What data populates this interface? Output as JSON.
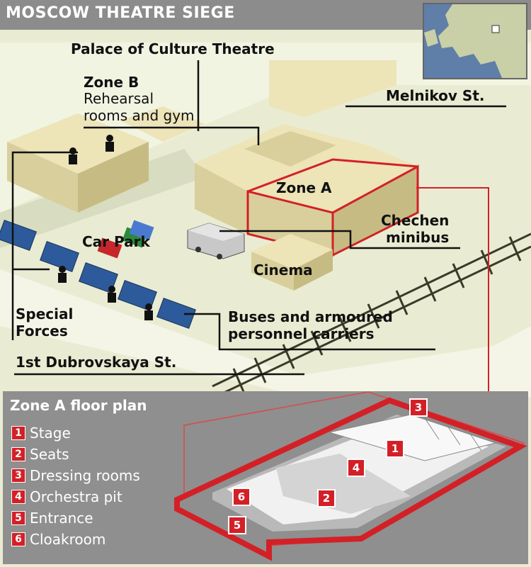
{
  "header": {
    "title": "MOSCOW THEATRE SIEGE"
  },
  "map_labels": {
    "palace": "Palace of Culture Theatre",
    "zone_b_title": "Zone B",
    "zone_b_line1": "Rehearsal",
    "zone_b_line2": "rooms and gym",
    "melnikov": "Melnikov St.",
    "zone_a": "Zone A",
    "chechen_line1": "Chechen",
    "chechen_line2": "minibus",
    "car_park": "Car Park",
    "cinema": "Cinema",
    "special_line1": "Special",
    "special_line2": "Forces",
    "buses_line1": "Buses and armoured",
    "buses_line2": "personnel carriers",
    "dubrovskaya": "1st Dubrovskaya St."
  },
  "floor_plan": {
    "title": "Zone A floor plan",
    "items": [
      {
        "num": "1",
        "label": "Stage"
      },
      {
        "num": "2",
        "label": "Seats"
      },
      {
        "num": "3",
        "label": "Dressing rooms"
      },
      {
        "num": "4",
        "label": "Orchestra pit"
      },
      {
        "num": "5",
        "label": "Entrance"
      },
      {
        "num": "6",
        "label": "Cloakroom"
      }
    ]
  },
  "colors": {
    "ground": "#e9ecd2",
    "building": "#d9cf9c",
    "highlight": "#d32027",
    "vehicle": "#2d5a9a",
    "panel": "#8f8f8f"
  }
}
